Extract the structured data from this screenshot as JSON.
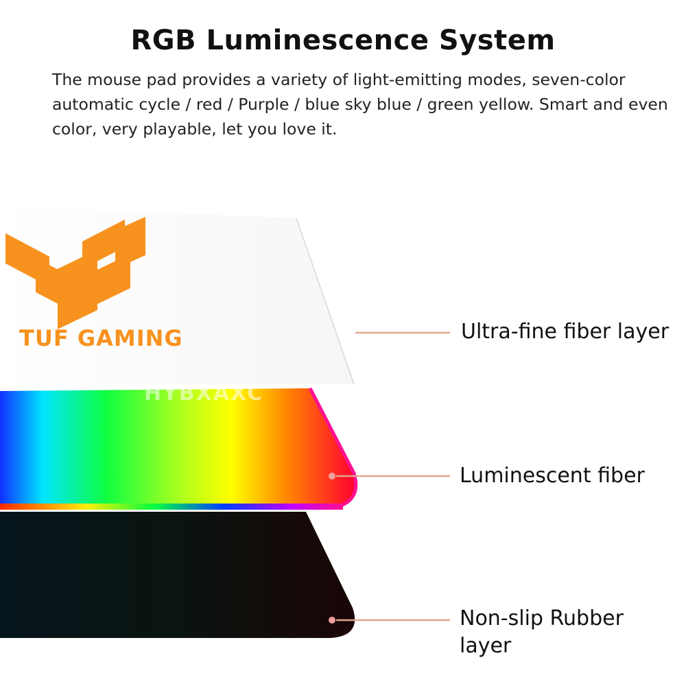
{
  "header": {
    "title": "RGB Luminescence System",
    "description": "The mouse pad provides a variety of light-emitting modes, seven-color automatic cycle / red / Purple / blue sky blue / green yellow. Smart and even color, very playable, let you love it."
  },
  "logo": {
    "brand_text": "TUF GAMING",
    "color": "#f7921e"
  },
  "watermark": "HYBXAXC",
  "layers": [
    {
      "label": "Ultra-fine fiber layer"
    },
    {
      "label": "Luminescent fiber"
    },
    {
      "label": "Non-slip Rubber layer"
    }
  ],
  "colors": {
    "leader_line": "#e0a890",
    "rubber": "#0a1a1c"
  }
}
